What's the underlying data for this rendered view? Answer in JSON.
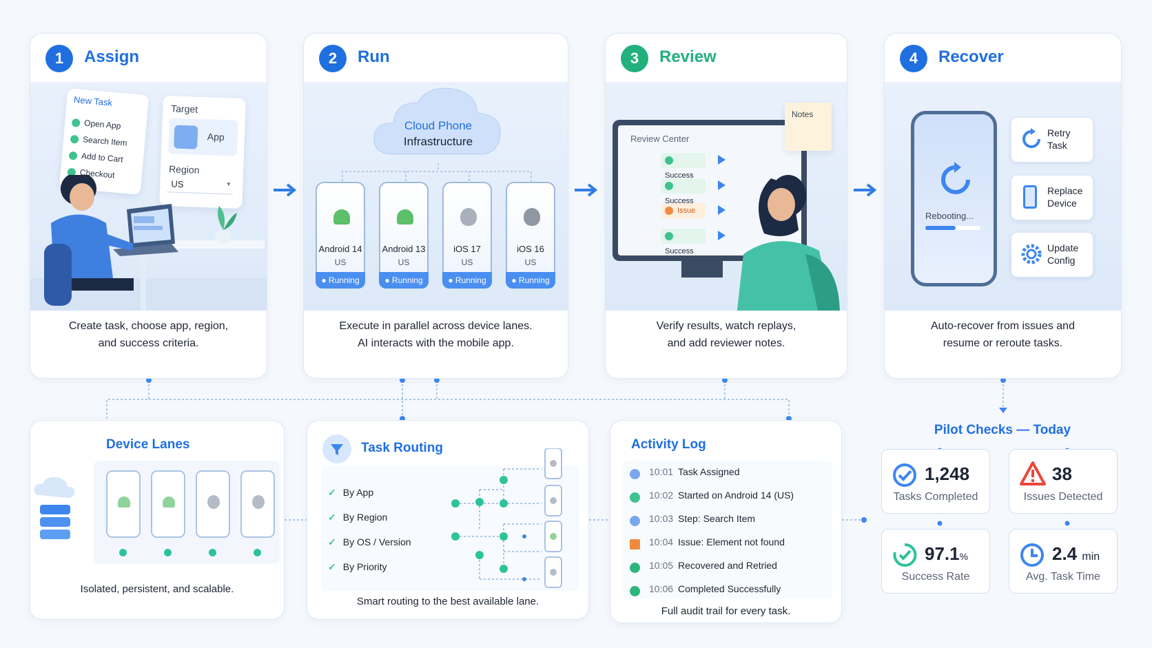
{
  "steps": [
    {
      "num": "1",
      "title": "Assign",
      "caption_l1": "Create task, choose app, region,",
      "caption_l2": "and success criteria.",
      "color": "#1f6fe0"
    },
    {
      "num": "2",
      "title": "Run",
      "caption_l1": "Execute in parallel across device lanes.",
      "caption_l2": "AI interacts with the mobile app.",
      "color": "#1f6fe0"
    },
    {
      "num": "3",
      "title": "Review",
      "caption_l1": "Verify results, watch replays,",
      "caption_l2": "and add reviewer notes.",
      "color": "#22b07d"
    },
    {
      "num": "4",
      "title": "Recover",
      "caption_l1": "Auto-recover from issues and",
      "caption_l2": "resume or reroute tasks.",
      "color": "#1f6fe0"
    }
  ],
  "assign": {
    "new_task": "New Task",
    "tasks": [
      "Open App",
      "Search Item",
      "Add to Cart",
      "Checkout"
    ],
    "target": "Target",
    "app": "App",
    "region": "Region",
    "region_value": "US"
  },
  "run": {
    "cloud_l1": "Cloud Phone",
    "cloud_l2": "Infrastructure",
    "devices": [
      {
        "os": "Android 14",
        "region": "US",
        "status": "● Running",
        "icon": "android-icon"
      },
      {
        "os": "Android 13",
        "region": "US",
        "status": "● Running",
        "icon": "android-icon"
      },
      {
        "os": "iOS 17",
        "region": "US",
        "status": "● Running",
        "icon": "apple-icon"
      },
      {
        "os": "iOS 16",
        "region": "US",
        "status": "● Running",
        "icon": "apple-icon"
      }
    ]
  },
  "review": {
    "center": "Review Center",
    "notes": "Notes",
    "results": [
      "Success",
      "Success",
      "Issue",
      "Success"
    ]
  },
  "recover": {
    "rebooting": "Rebooting...",
    "options": [
      {
        "l1": "Retry",
        "l2": "Task",
        "icon": "refresh-icon"
      },
      {
        "l1": "Replace",
        "l2": "Device",
        "icon": "phone-icon"
      },
      {
        "l1": "Update",
        "l2": "Config",
        "icon": "gear-icon"
      }
    ]
  },
  "lanes": {
    "title": "Device Lanes",
    "caption": "Isolated, persistent, and scalable."
  },
  "routing": {
    "title": "Task Routing",
    "items": [
      "By App",
      "By Region",
      "By OS / Version",
      "By Priority"
    ],
    "caption": "Smart routing to the best available lane."
  },
  "log": {
    "title": "Activity Log",
    "entries": [
      {
        "time": "10:01",
        "msg": "Task Assigned",
        "color": "#7aa8ec"
      },
      {
        "time": "10:02",
        "msg": "Started on Android 14 (US)",
        "color": "#3ec28f"
      },
      {
        "time": "10:03",
        "msg": "Step: Search Item",
        "color": "#7aa8ec"
      },
      {
        "time": "10:04",
        "msg": "Issue: Element not found",
        "color": "#f08a3c"
      },
      {
        "time": "10:05",
        "msg": "Recovered and Retried",
        "color": "#2cb67d"
      },
      {
        "time": "10:06",
        "msg": "Completed Successfully",
        "color": "#2cb67d"
      }
    ],
    "caption": "Full audit trail for every task."
  },
  "pilot": {
    "title": "Pilot Checks — Today",
    "metrics": [
      {
        "value": "1,248",
        "unit": "",
        "label": "Tasks Completed",
        "icon": "check-circle-icon"
      },
      {
        "value": "38",
        "unit": "",
        "label": "Issues Detected",
        "icon": "warning-icon"
      },
      {
        "value": "97.1",
        "unit": "%",
        "label": "Success Rate",
        "icon": "success-gauge-icon"
      },
      {
        "value": "2.4",
        "unit": "min",
        "label": "Avg. Task Time",
        "icon": "clock-icon"
      }
    ]
  }
}
